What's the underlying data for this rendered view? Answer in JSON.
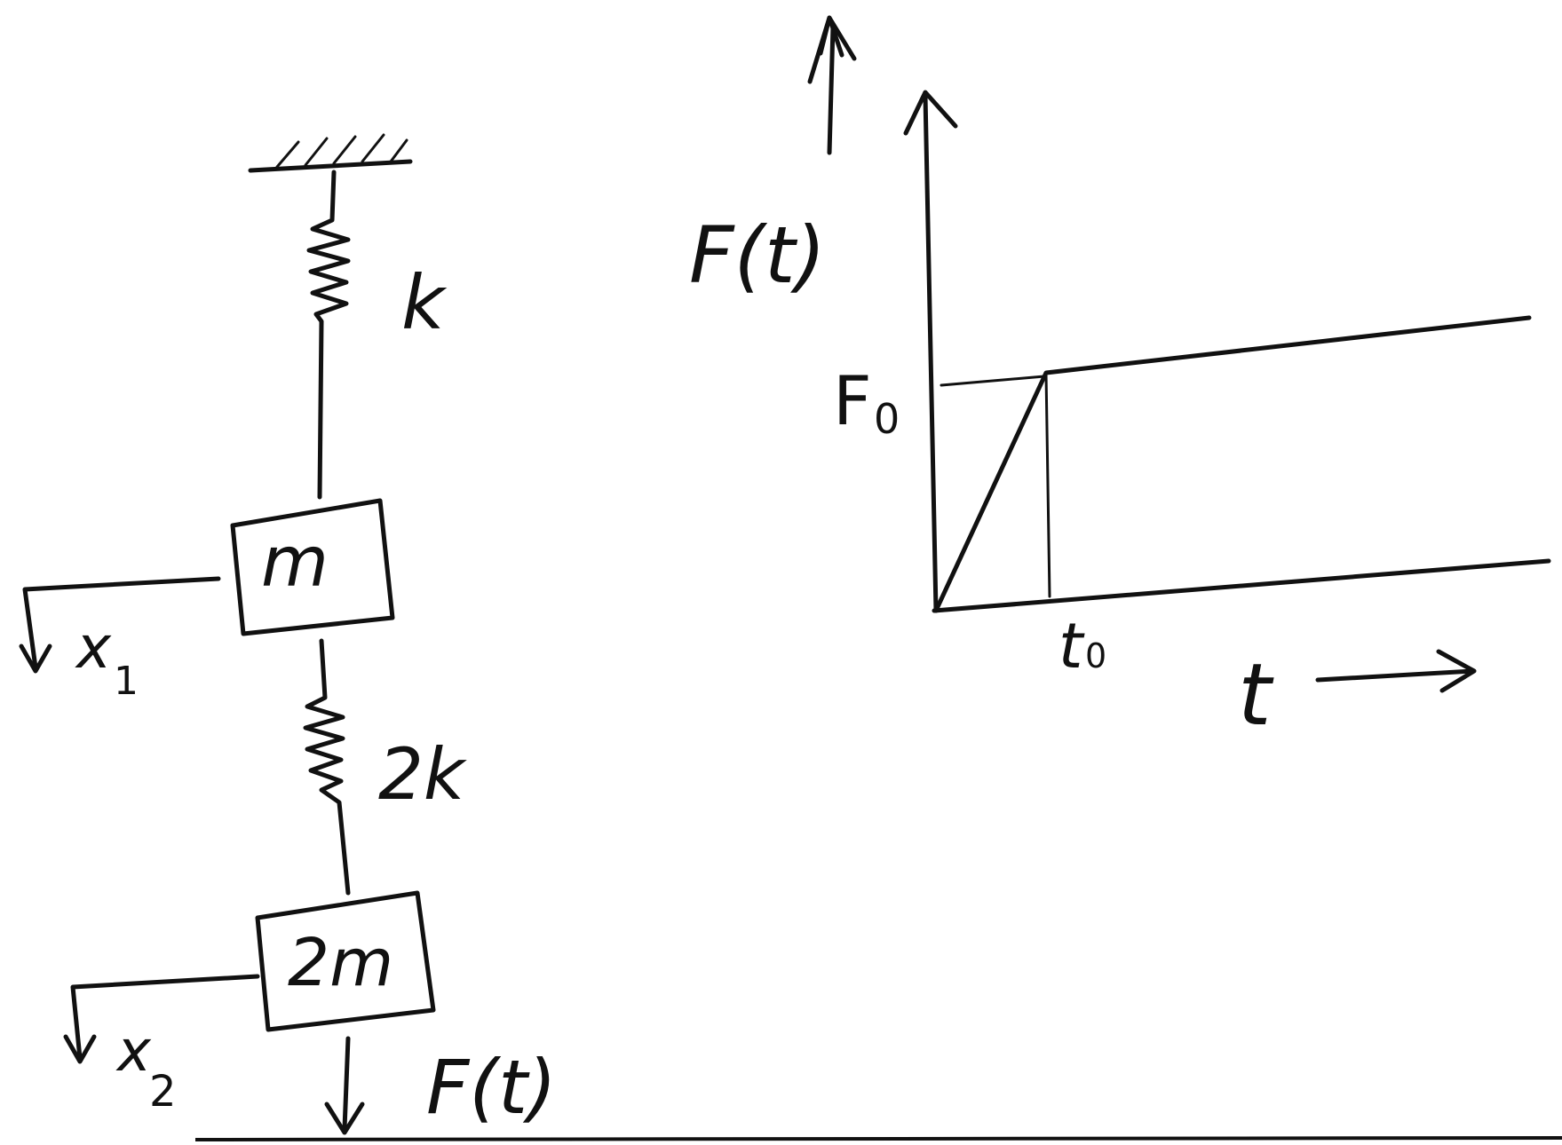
{
  "system": {
    "spring_top": "k",
    "mass_top": "m",
    "displacement_top": {
      "symbol": "x",
      "subscript": "1"
    },
    "spring_bottom": "2k",
    "mass_bottom": "2m",
    "displacement_bottom": {
      "symbol": "x",
      "subscript": "2"
    },
    "applied_force": "F(t)"
  },
  "graph": {
    "y_axis_label": "F(t)",
    "y_tick_label": {
      "symbol": "F",
      "subscript": "0"
    },
    "x_tick_label": {
      "symbol": "t",
      "subscript": "0"
    },
    "x_axis_label": "t"
  },
  "icons": {
    "wall_support": "hatched-ground-icon",
    "arrows": "arrow-icon"
  },
  "colors": {
    "ink": "#111111",
    "paper": "#ffffff"
  }
}
